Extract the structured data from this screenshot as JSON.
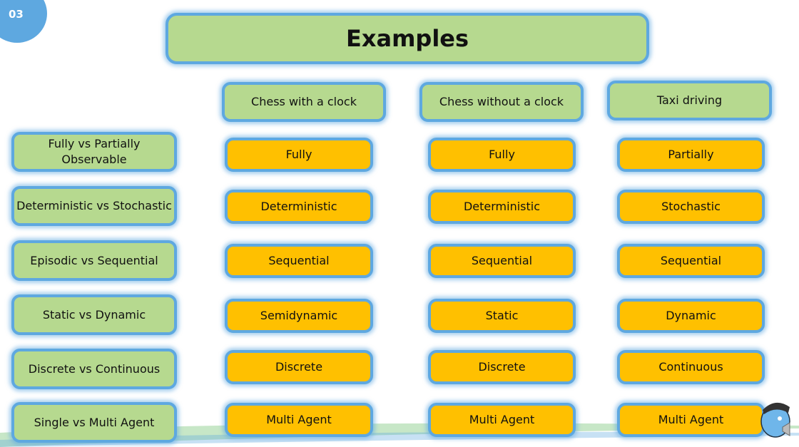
{
  "slide_number": "03",
  "title": "Examples",
  "columns": [
    "Chess with a clock",
    "Chess without a clock",
    "Taxi driving"
  ],
  "rows": [
    {
      "property": "Fully vs Partially Observable",
      "values": [
        "Fully",
        "Fully",
        "Partially"
      ]
    },
    {
      "property": "Deterministic vs Stochastic",
      "values": [
        "Deterministic",
        "Deterministic",
        "Stochastic"
      ]
    },
    {
      "property": "Episodic vs Sequential",
      "values": [
        "Sequential",
        "Sequential",
        "Sequential"
      ]
    },
    {
      "property": "Static vs Dynamic",
      "values": [
        "Semidynamic",
        "Static",
        "Dynamic"
      ]
    },
    {
      "property": "Discrete vs Continuous",
      "values": [
        "Discrete",
        "Discrete",
        "Continuous"
      ]
    },
    {
      "property": "Single vs Multi Agent",
      "values": [
        "Multi Agent",
        "Multi Agent",
        "Multi Agent"
      ]
    }
  ],
  "colors": {
    "green": "#b6d98f",
    "orange": "#ffc000",
    "border": "#5ea8e0"
  }
}
